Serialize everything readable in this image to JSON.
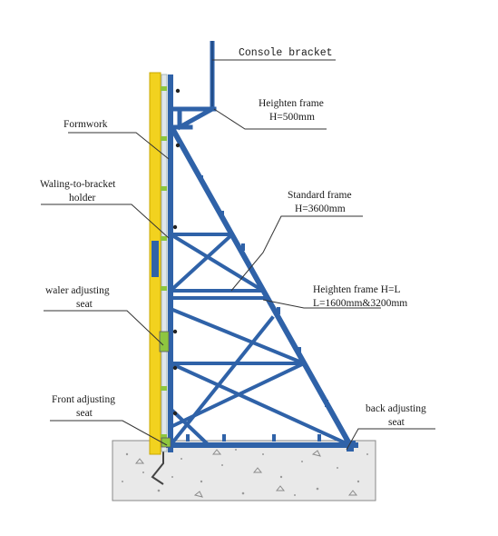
{
  "labels": {
    "console_bracket": "Console bracket",
    "heighten_frame_top_1": "Heighten frame",
    "heighten_frame_top_2": "H=500mm",
    "formwork": "Formwork",
    "waling_holder_1": "Waling-to-bracket",
    "waling_holder_2": "holder",
    "standard_frame_1": "Standard frame",
    "standard_frame_2": "H=3600mm",
    "waler_seat_1": "waler adjusting",
    "waler_seat_2": "seat",
    "heighten_frame_l_1": "Heighten frame H=L",
    "heighten_frame_l_2": "L=1600mm&3200mm",
    "front_seat_1": "Front adjusting",
    "front_seat_2": "seat",
    "back_seat_1": "back adjusting",
    "back_seat_2": "seat"
  },
  "colors": {
    "steel": "#2f62a8",
    "steel_dark": "#15386b",
    "formwork": "#f2d21f",
    "formwork_edge": "#c9a800",
    "concrete": "#e9e9e9",
    "text": "#1a1a1a"
  }
}
